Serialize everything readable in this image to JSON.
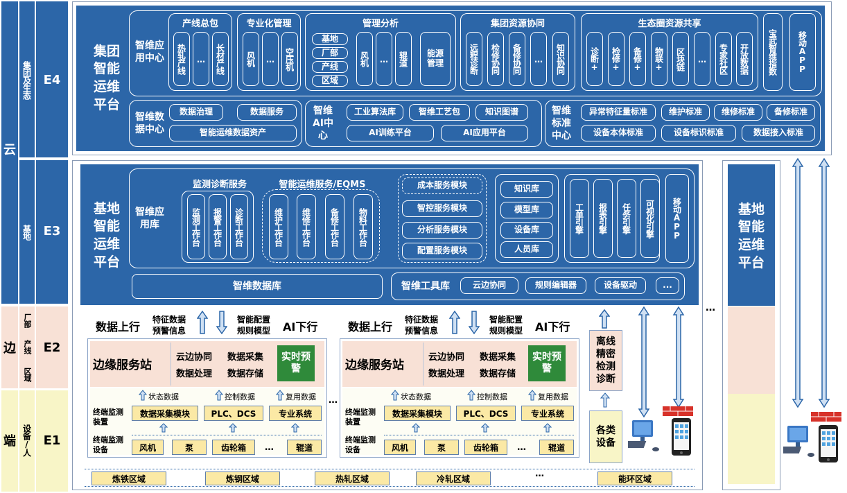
{
  "left_axis": {
    "cloud": "云",
    "edge": "边",
    "end": "端",
    "rows": [
      {
        "code": "E4",
        "desc": "集团及生态"
      },
      {
        "code": "E3",
        "desc": "基地"
      },
      {
        "code": "E2",
        "desc": "厂部 产线 区域",
        "parts": [
          "厂部",
          "产线",
          "区域"
        ]
      },
      {
        "code": "E1",
        "desc": "设备/人"
      }
    ]
  },
  "e4": {
    "title": "集团智能运维平台",
    "app_center": "智维应用中心",
    "line_pkg": {
      "title": "产线总包",
      "items": [
        "热轧产线",
        "…",
        "长材产线"
      ]
    },
    "specialized": {
      "title": "专业化管理",
      "items": [
        "风机",
        "…",
        "空压机"
      ]
    },
    "analysis": {
      "title": "管理分析",
      "left": [
        "基地",
        "厂部",
        "产线",
        "区域"
      ],
      "items": [
        "风机",
        "…",
        "辊道",
        "能源管理"
      ]
    },
    "collab": {
      "title": "集团资源协同",
      "items": [
        "远程诊断",
        "检修协同",
        "备修协同",
        "…",
        "知识协同"
      ]
    },
    "eco": {
      "title": "生态圈资源共享",
      "items": [
        "诊断+",
        "检修+",
        "备修+",
        "物联+",
        "区块链",
        "…",
        "专家社区",
        "开放数据"
      ]
    },
    "baowu": "宝武智维指数",
    "mobile": "移动APP",
    "data_center": {
      "title": "智维数据中心",
      "items": [
        "数据治理",
        "数据服务",
        "智能运维数据资产"
      ]
    },
    "ai_center": {
      "title": "智维AI中心",
      "items": [
        "工业算法库",
        "智维工艺包",
        "知识图谱",
        "AI训练平台",
        "AI应用平台"
      ]
    },
    "std_center": {
      "title": "智维标准中心",
      "items": [
        "异常特征量标准",
        "维护标准",
        "维修标准",
        "备修标准",
        "设备本体标准",
        "设备标识标准",
        "数据接入标准"
      ]
    }
  },
  "e3": {
    "title": "基地智能运维平台",
    "app_lib": "智维应用库",
    "monitor": {
      "title": "监测诊断服务",
      "items": [
        "监测工作台",
        "报警工作台",
        "诊断工作台"
      ]
    },
    "eqms": {
      "title": "智能运维服务/EQMS",
      "items": [
        "维护工作台",
        "维修工作台",
        "备修工作台",
        "物料工作台"
      ]
    },
    "modules": [
      "成本服务模块",
      "智控服务模块",
      "分析服务模块",
      "配置服务模块"
    ],
    "libs": [
      "知识库",
      "模型库",
      "设备库",
      "人员库"
    ],
    "engines": [
      "工单引擎",
      "报表引擎",
      "任务引擎",
      "可视化引擎"
    ],
    "mobile": "移动APP",
    "db": "智维数据库",
    "toolbox": {
      "title": "智维工具库",
      "items": [
        "云边协同",
        "规则编辑器",
        "设备驱动",
        "..."
      ]
    }
  },
  "edge": {
    "up": "数据上行",
    "up_note": [
      "特征数据",
      "预警信息"
    ],
    "down_note": [
      "智能配置",
      "规则模型"
    ],
    "down": "AI下行",
    "station": "边缘服务站",
    "funcs": [
      "云边协同",
      "数据采集",
      "数据处理",
      "数据存储"
    ],
    "alert": "实时预警",
    "flows": [
      "状态数据",
      "控制数据",
      "复用数据"
    ],
    "device_label": "终端监测装置",
    "devices": [
      "数据采集模块",
      "PLC、DCS",
      "专业系统"
    ],
    "equip_label": "终端监测设备",
    "equips": [
      "风机",
      "泵",
      "齿轮箱",
      "…",
      "辊道"
    ],
    "ellipsis": "…"
  },
  "offline": "离线精密检测诊断",
  "all_equip": "各类设备",
  "areas": [
    "炼铁区域",
    "炼钢区域",
    "热轧区域",
    "冷轧区域",
    "…",
    "能环区域"
  ],
  "right_panel": {
    "title": "基地智能运维平台",
    "dots": "…"
  }
}
